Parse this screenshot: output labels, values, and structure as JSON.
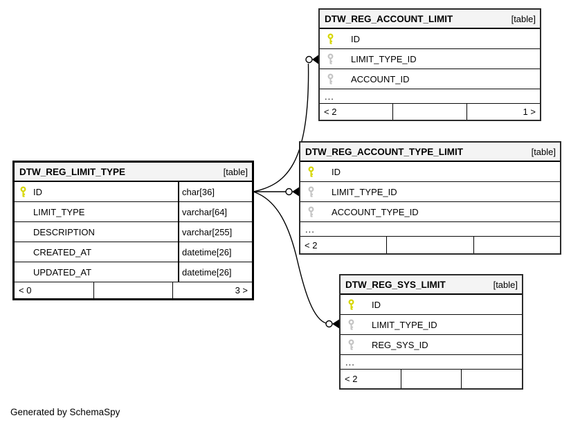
{
  "page": {
    "generated_by": "Generated by SchemaSpy"
  },
  "colors": {
    "primary_key": "#d6d600",
    "foreign_key": "#c4c4c4",
    "header_bg": "#f4f4f4",
    "line": "#000000"
  },
  "tables": {
    "account_limit": {
      "name": "DTW_REG_ACCOUNT_LIMIT",
      "tag": "[table]",
      "columns": [
        {
          "name": "ID",
          "key": "primary"
        },
        {
          "name": "LIMIT_TYPE_ID",
          "key": "foreign"
        },
        {
          "name": "ACCOUNT_ID",
          "key": "foreign"
        }
      ],
      "more_indicator": "...",
      "footer": {
        "left": "< 2",
        "middle": "",
        "right": "1 >"
      }
    },
    "account_type_limit": {
      "name": "DTW_REG_ACCOUNT_TYPE_LIMIT",
      "tag": "[table]",
      "columns": [
        {
          "name": "ID",
          "key": "primary"
        },
        {
          "name": "LIMIT_TYPE_ID",
          "key": "foreign"
        },
        {
          "name": "ACCOUNT_TYPE_ID",
          "key": "foreign"
        }
      ],
      "more_indicator": "...",
      "footer": {
        "left": "< 2",
        "middle": "",
        "right": ""
      }
    },
    "limit_type": {
      "name": "DTW_REG_LIMIT_TYPE",
      "tag": "[table]",
      "columns": [
        {
          "name": "ID",
          "type": "char[36]",
          "key": "primary"
        },
        {
          "name": "LIMIT_TYPE",
          "type": "varchar[64]",
          "key": "none"
        },
        {
          "name": "DESCRIPTION",
          "type": "varchar[255]",
          "key": "none"
        },
        {
          "name": "CREATED_AT",
          "type": "datetime[26]",
          "key": "none"
        },
        {
          "name": "UPDATED_AT",
          "type": "datetime[26]",
          "key": "none"
        }
      ],
      "footer": {
        "left": "< 0",
        "middle": "",
        "right": "3 >"
      }
    },
    "sys_limit": {
      "name": "DTW_REG_SYS_LIMIT",
      "tag": "[table]",
      "columns": [
        {
          "name": "ID",
          "key": "primary"
        },
        {
          "name": "LIMIT_TYPE_ID",
          "key": "foreign"
        },
        {
          "name": "REG_SYS_ID",
          "key": "foreign"
        }
      ],
      "more_indicator": "...",
      "footer": {
        "left": "< 2",
        "middle": "",
        "right": ""
      }
    }
  },
  "relationships": [
    {
      "from": "DTW_REG_LIMIT_TYPE.ID",
      "to": "DTW_REG_ACCOUNT_LIMIT.LIMIT_TYPE_ID"
    },
    {
      "from": "DTW_REG_LIMIT_TYPE.ID",
      "to": "DTW_REG_ACCOUNT_TYPE_LIMIT.LIMIT_TYPE_ID"
    },
    {
      "from": "DTW_REG_LIMIT_TYPE.ID",
      "to": "DTW_REG_SYS_LIMIT.LIMIT_TYPE_ID"
    }
  ]
}
